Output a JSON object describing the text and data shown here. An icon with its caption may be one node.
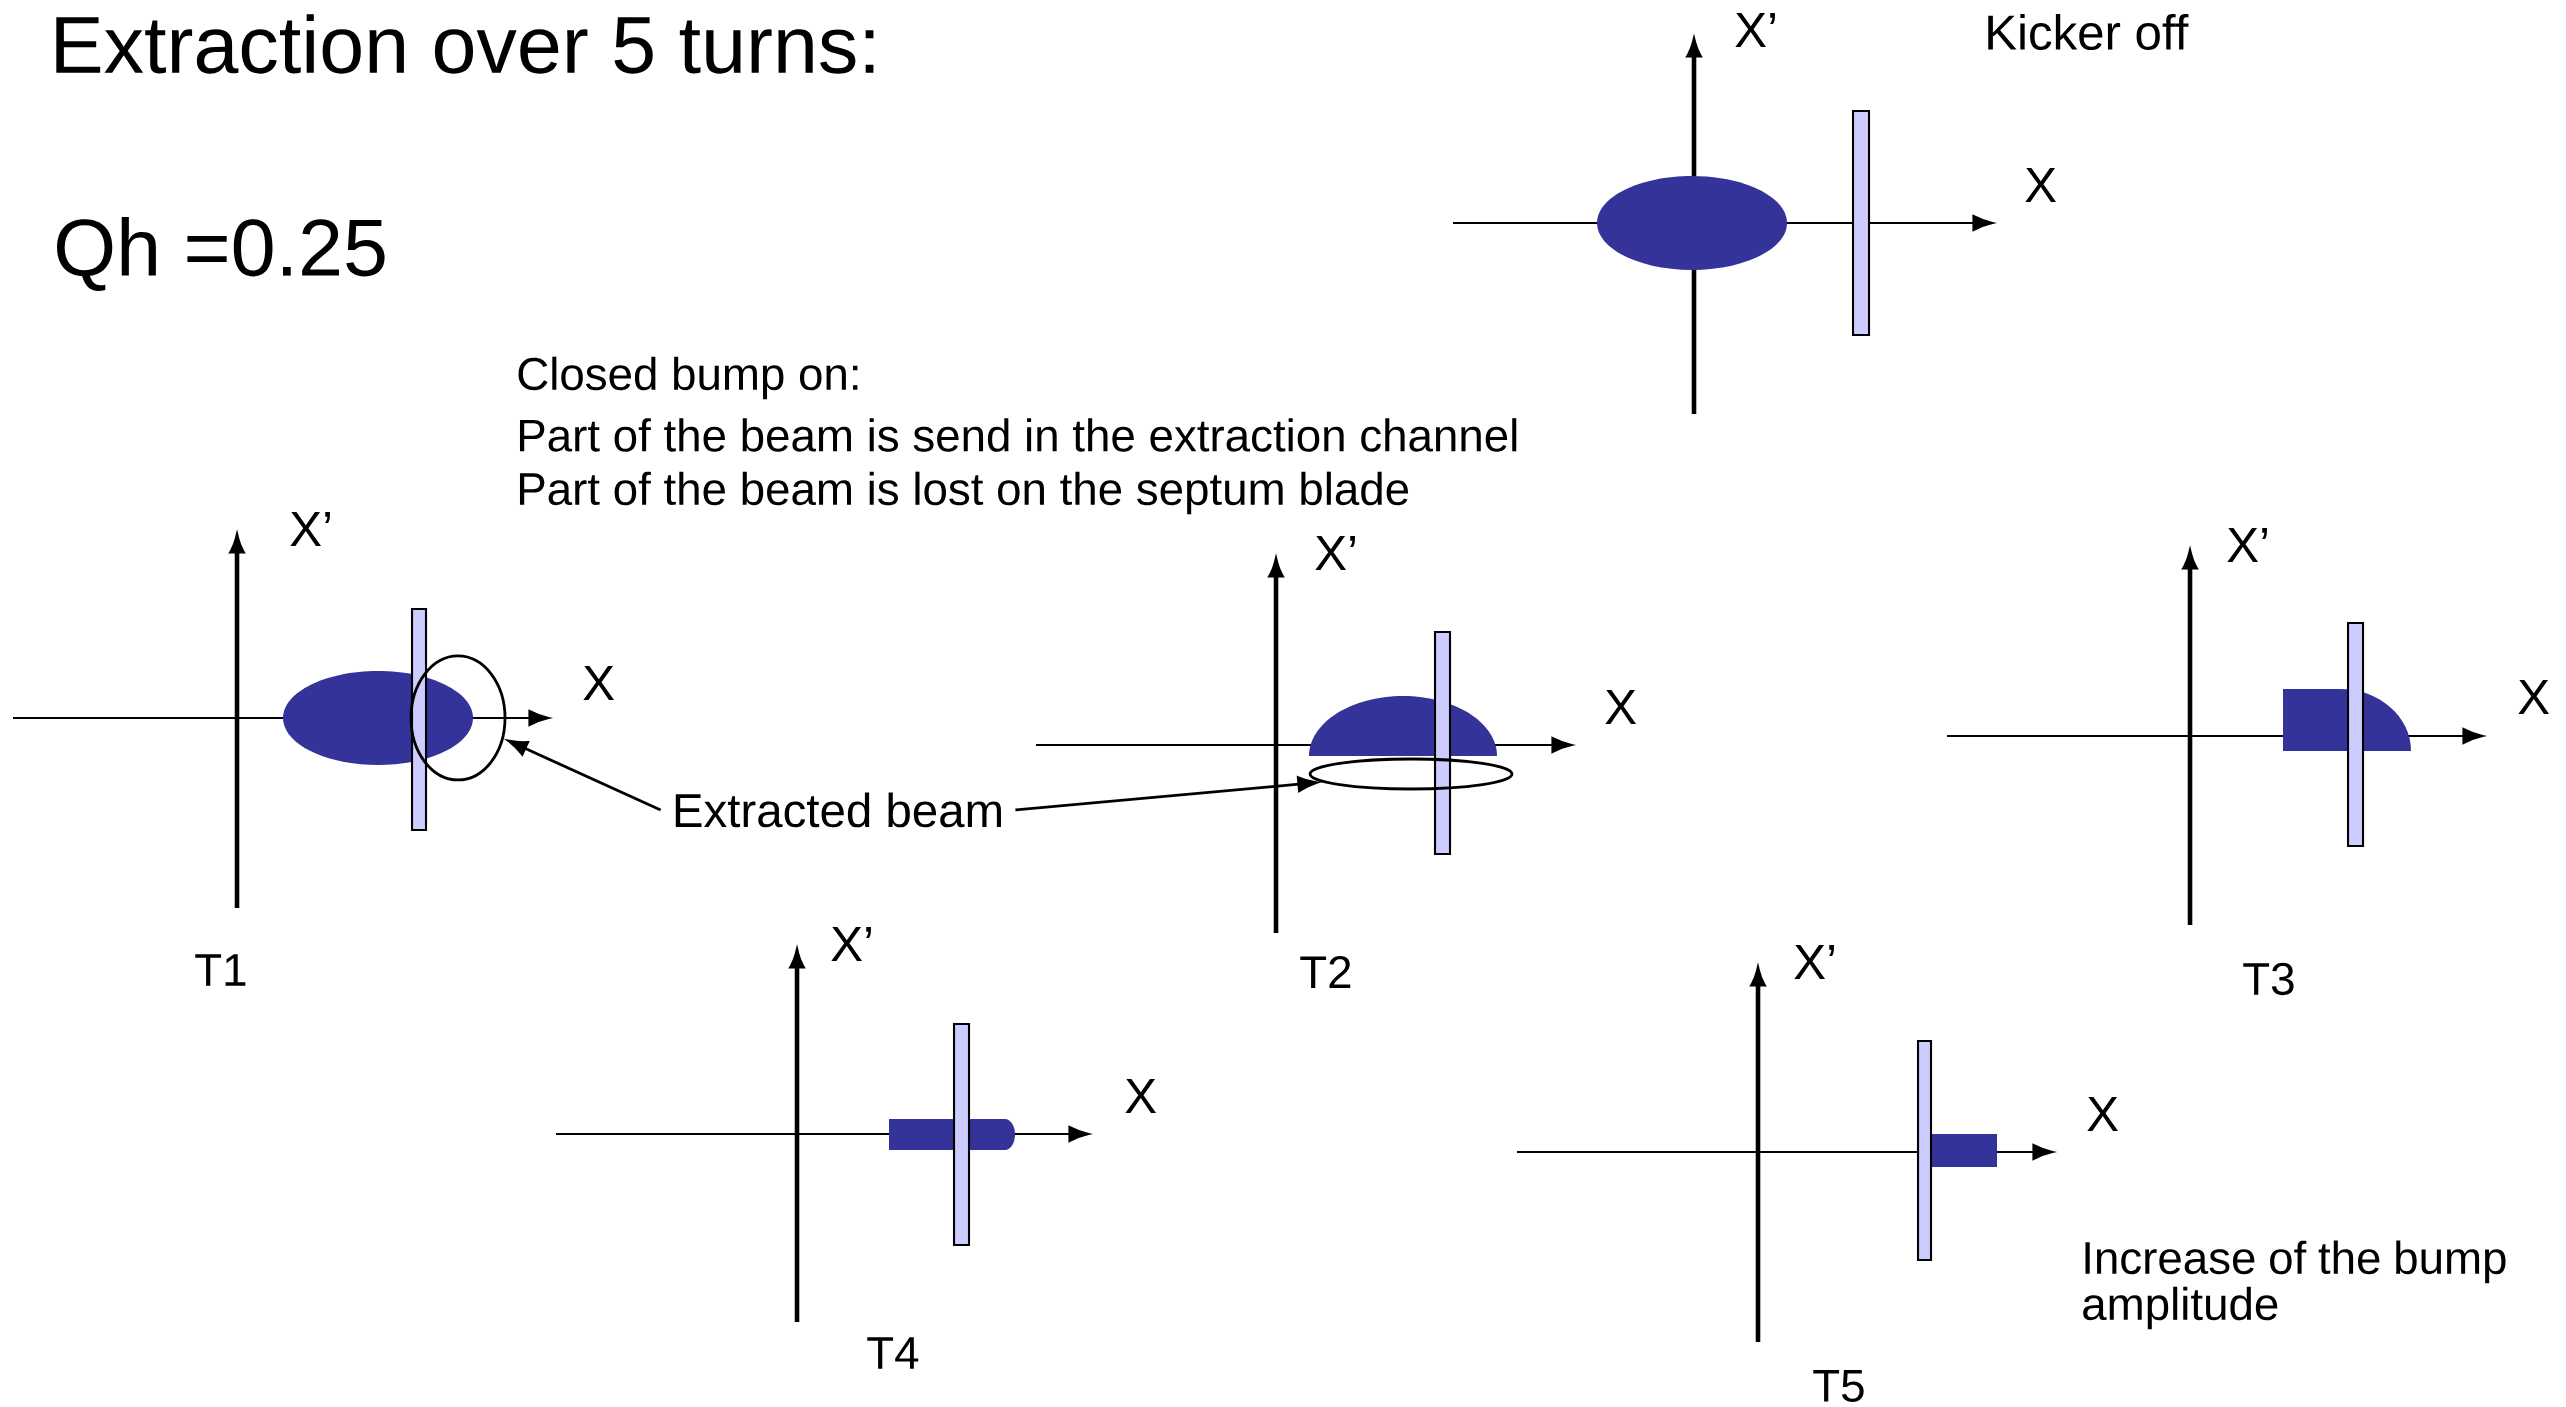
{
  "diagram": {
    "title": "Extraction over 5 turns:",
    "nodes": [
      {
        "text": [
          "Extracted beam"
        ]
      },
      {
        "text": [],
        "shape": "ellipse"
      },
      {
        "text": [],
        "shape": "ellipse"
      }
    ],
    "edges": [
      {
        "from": 0,
        "to": 1,
        "arrow": "to"
      },
      {
        "from": 0,
        "to": 2,
        "arrow": "to"
      }
    ],
    "labels": [
      "X’",
      "Kicker off",
      "Qh =0.25",
      "X",
      "Closed bump on:",
      "Part of the beam is send in the extraction channel",
      "Part of the beam is lost on the septum blade",
      "X’",
      "X",
      "X’",
      "X",
      "X’",
      "X",
      "T1",
      "T2",
      "T3",
      "X’",
      "X",
      "X’",
      "X",
      "T4",
      "Increase of the bump amplitude",
      "T5"
    ]
  }
}
